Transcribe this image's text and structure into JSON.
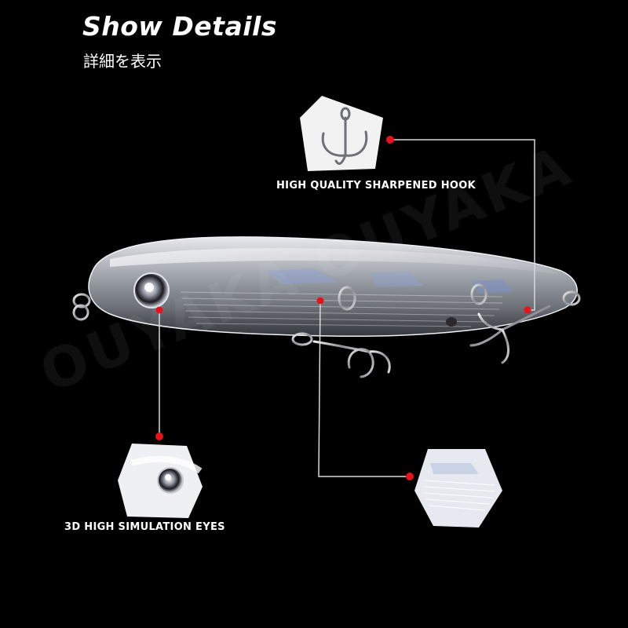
{
  "header": {
    "title": "Show Details",
    "subtitle": "詳細を表示"
  },
  "watermark": {
    "text": "OUYAKA OUYAKA"
  },
  "callouts": {
    "hook_label": "HIGH QUALITY SHARPENED HOOK",
    "eyes_label": "3D HIGH SIMULATION EYES"
  },
  "colors": {
    "background": "#000000",
    "text": "#ffffff",
    "marker": "#e8121c",
    "leader_line": "#d8d8d8"
  },
  "icons": [
    "treble-hook-icon",
    "lure-eye-icon",
    "red-marker-icon"
  ]
}
